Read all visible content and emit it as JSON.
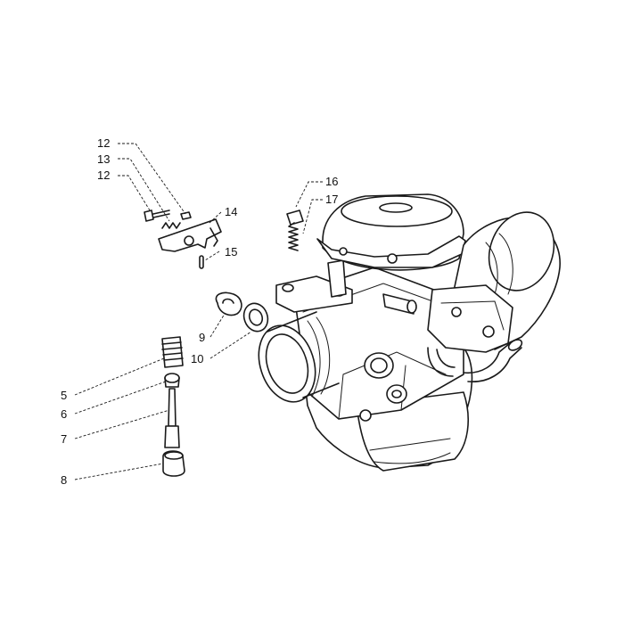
{
  "diagram": {
    "callouts": [
      "12",
      "13",
      "12",
      "14",
      "15",
      "16",
      "17",
      "9",
      "10",
      "5",
      "6",
      "7",
      "8"
    ]
  }
}
